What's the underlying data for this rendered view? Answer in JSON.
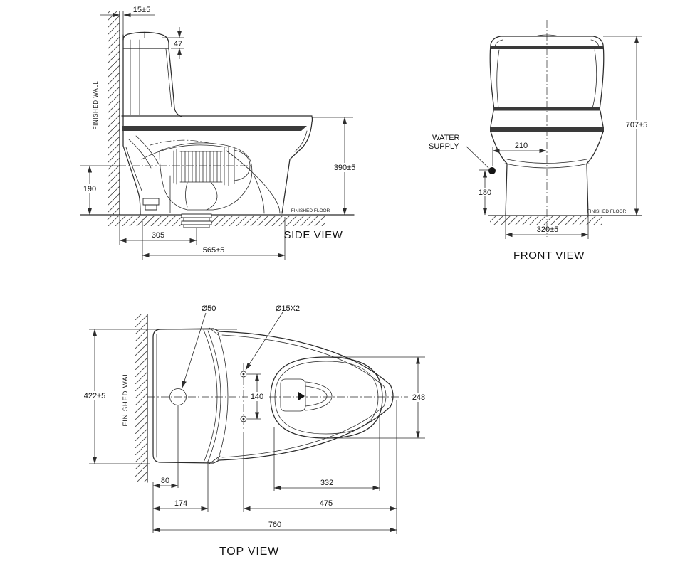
{
  "drawing": {
    "side_view": {
      "title": "SIDE VIEW",
      "wall_label": "FINISHED WALL",
      "floor_label": "FINISHED FLOOR",
      "dim_wall_gap": "15±5",
      "dim_lid_height": "47",
      "dim_trap_centerline_height": "190",
      "dim_outlet_from_wall": "305",
      "dim_depth": "565±5",
      "dim_rim_height": "390±5"
    },
    "front_view": {
      "title": "FRONT VIEW",
      "floor_label": "FINISHED FLOOR",
      "water_supply_label_line1": "WATER",
      "water_supply_label_line2": "SUPPLY",
      "dim_supply_to_center": "210",
      "dim_supply_height": "180",
      "dim_base_width": "320±5",
      "dim_total_height": "707±5"
    },
    "top_view": {
      "title": "TOP VIEW",
      "wall_label": "FINISHED WALL",
      "label_flush_valve_hole": "Ø50",
      "label_fixing_holes": "Ø15X2",
      "dim_overall_width": "422±5",
      "dim_hole_spacing": "140",
      "dim_seat_opening_width": "248",
      "dim_valve_center_from_wall": "80",
      "dim_tank_depth": "174",
      "dim_seat_opening_length": "332",
      "dim_bowl_length": "475",
      "dim_overall_length": "760"
    },
    "colors": {
      "line": "#2b2b2b",
      "band": "#3a3a3a",
      "text": "#111111",
      "background": "#ffffff"
    }
  }
}
